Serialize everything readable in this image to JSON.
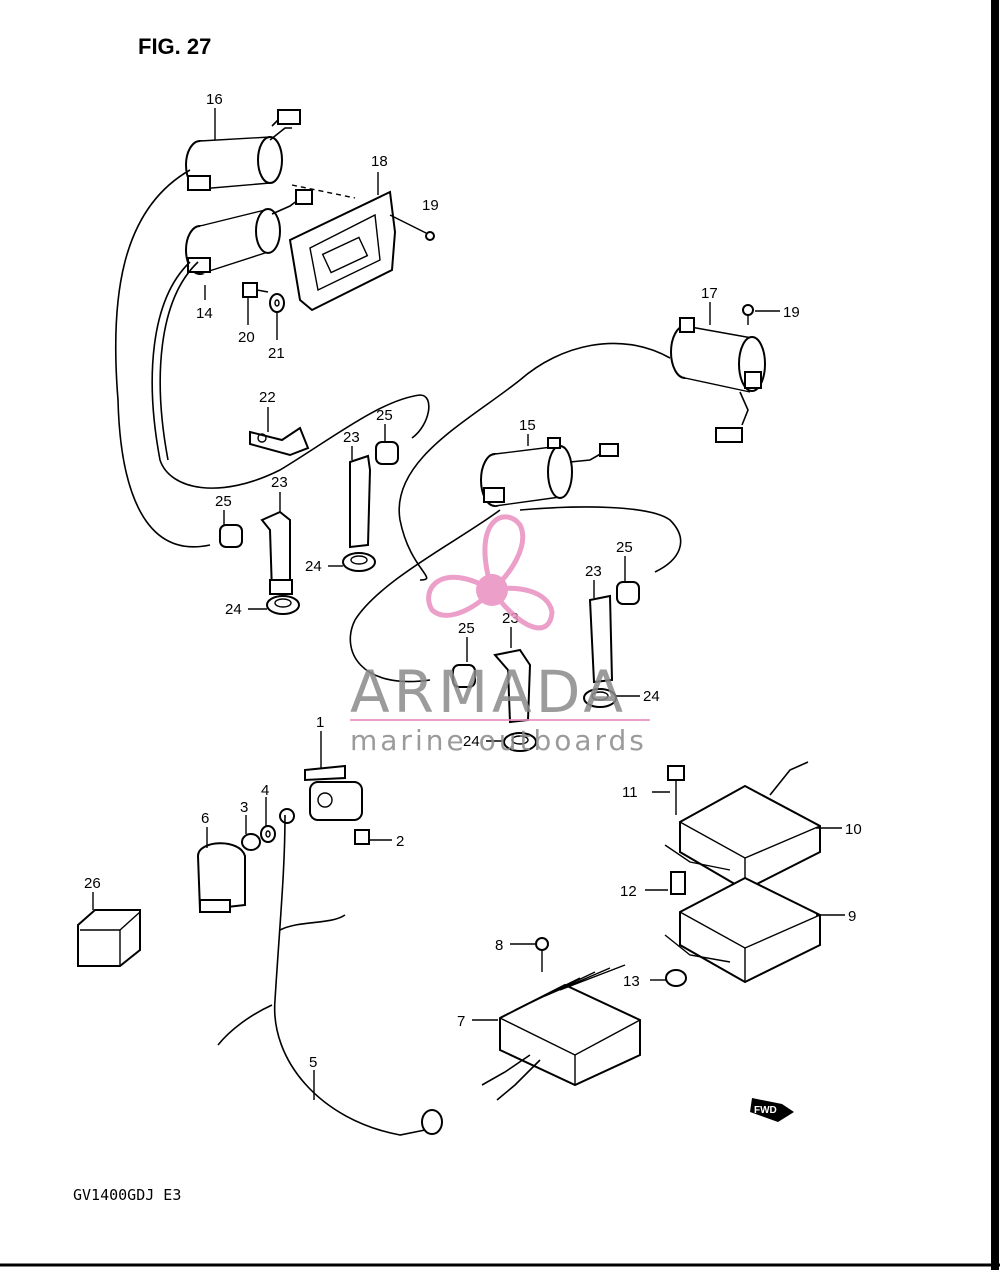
{
  "figure": {
    "title": "FIG. 27",
    "model": "GV1400GDJ E3"
  },
  "callouts": {
    "c16": "16",
    "c18": "18",
    "c19a": "19",
    "c14": "14",
    "c20": "20",
    "c21": "21",
    "c17": "17",
    "c19b": "19",
    "c22": "22",
    "c23a": "23",
    "c25a": "25",
    "c15": "15",
    "c25b": "25",
    "c23b": "23",
    "c24a": "24",
    "c24b": "24",
    "c25c": "25",
    "c23c": "23",
    "c25d": "25",
    "c23d": "23",
    "c24c": "24",
    "c24d": "24",
    "c1": "1",
    "c2": "2",
    "c3": "3",
    "c4": "4",
    "c6": "6",
    "c26": "26",
    "c5": "5",
    "c11": "11",
    "c10": "10",
    "c12": "12",
    "c9": "9",
    "c8": "8",
    "c13": "13",
    "c7": "7"
  },
  "direction_badge": "FWD",
  "watermark": {
    "brand": "ARMADA",
    "tagline": "marine outboards",
    "logo": "propeller-logo",
    "logo_color": "#e88fc0",
    "text_color": "#8a8a8a"
  },
  "colors": {
    "line": "#000000",
    "background": "#ffffff"
  }
}
